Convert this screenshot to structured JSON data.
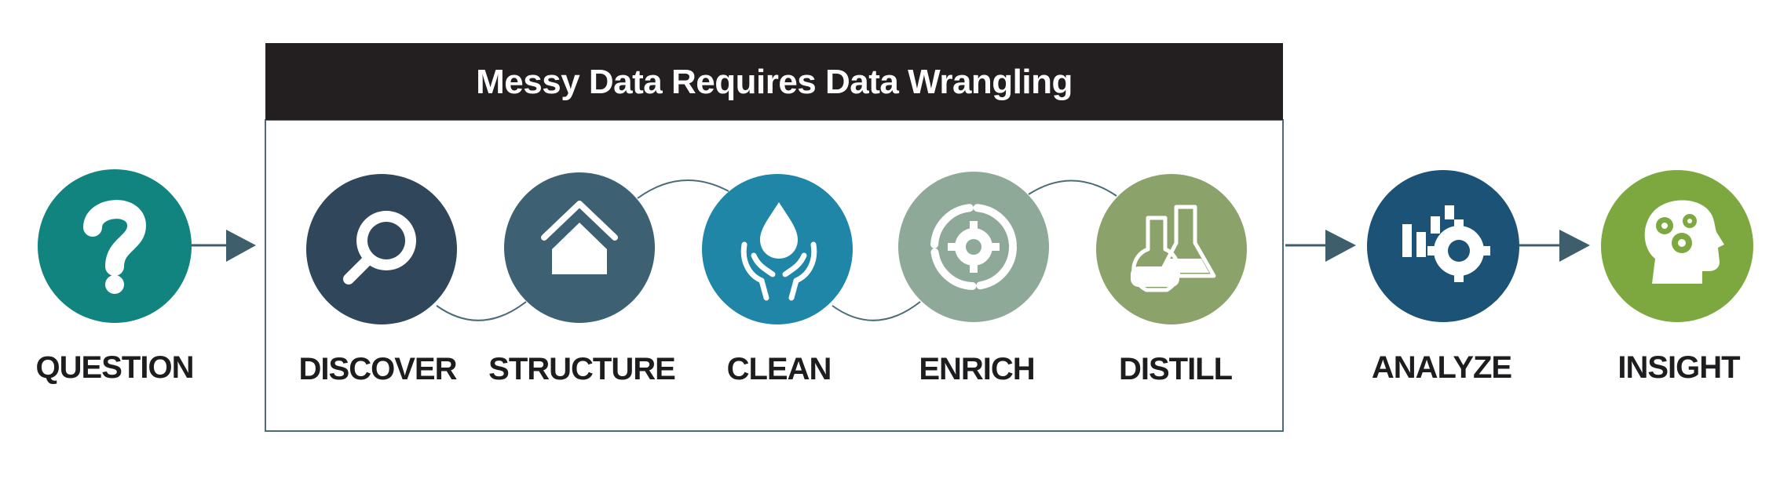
{
  "title": "Messy Data Requires Data Wrangling",
  "steps": {
    "question": {
      "label": "QUESTION",
      "color": "#12847f"
    },
    "discover": {
      "label": "DISCOVER",
      "color": "#30465a"
    },
    "structure": {
      "label": "STRUCTURE",
      "color": "#3e6073"
    },
    "clean": {
      "label": "CLEAN",
      "color": "#1f86a8"
    },
    "enrich": {
      "label": "ENRICH",
      "color": "#8fa999"
    },
    "distill": {
      "label": "DISTILL",
      "color": "#8ca26b"
    },
    "analyze": {
      "label": "ANALYZE",
      "color": "#1b5276"
    },
    "insight": {
      "label": "INSIGHT",
      "color": "#7ca83f"
    }
  },
  "icons": {
    "question": "question-mark-icon",
    "discover": "magnifier-icon",
    "structure": "house-icon",
    "clean": "hands-water-drop-icon",
    "enrich": "gear-cycle-icon",
    "distill": "lab-flasks-icon",
    "analyze": "bar-chart-gear-icon",
    "insight": "head-gears-icon"
  },
  "colors": {
    "title_bar": "#231f20",
    "frame": "#4a6b78",
    "arrow": "#3f5e6b",
    "connector": "#4a6b78"
  }
}
